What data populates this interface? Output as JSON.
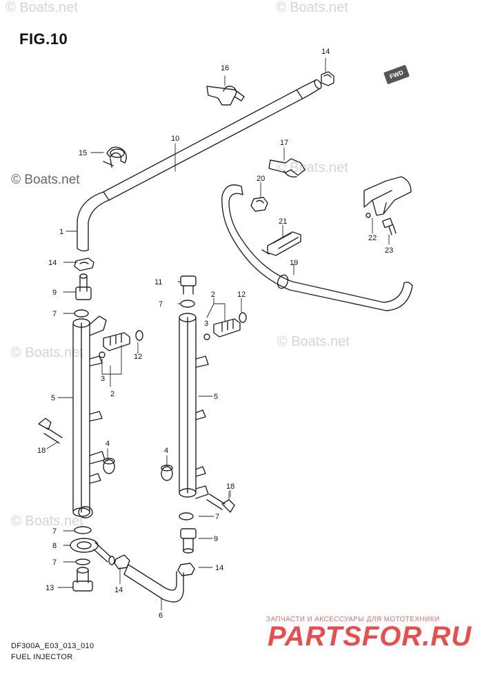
{
  "figure": {
    "title": "FIG.10",
    "drawing_code": "DF300A_E03_013_010",
    "caption": "FUEL INJECTOR",
    "fwd_badge": "FWD"
  },
  "watermarks": [
    {
      "text": "© Boats.net"
    },
    {
      "text": "© Boats.net"
    },
    {
      "text": "© Boats.net"
    },
    {
      "text": "© Boats.net"
    },
    {
      "text": "© Boats.net"
    },
    {
      "text": "© Boats.net"
    },
    {
      "text": "© Boats.net"
    }
  ],
  "branding": {
    "subtitle": "ЗАПЧАСТИ И АКСЕССУАРЫ ДЛЯ МОТОТЕХНИКИ",
    "logo_text": "PARTSFOR.RU",
    "accent_color": "#e84e4e"
  },
  "callouts": [
    "1",
    "2",
    "2",
    "3",
    "3",
    "4",
    "4",
    "5",
    "5",
    "6",
    "7",
    "7",
    "7",
    "7",
    "7",
    "8",
    "9",
    "9",
    "10",
    "11",
    "12",
    "12",
    "13",
    "14",
    "14",
    "14",
    "14",
    "15",
    "16",
    "17",
    "18",
    "18",
    "19",
    "20",
    "21",
    "22",
    "23"
  ]
}
